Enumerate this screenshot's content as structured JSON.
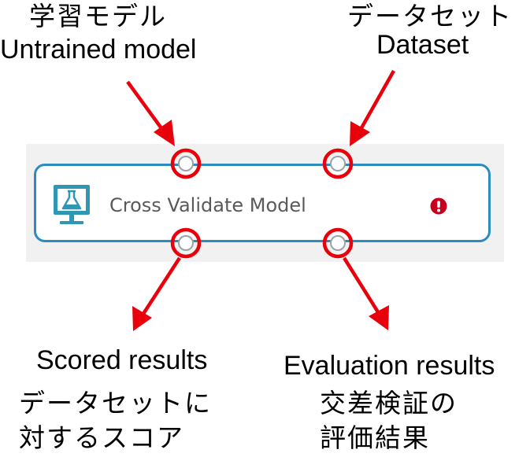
{
  "module": {
    "title": "Cross Validate Model",
    "icon": "flask-monitor-icon",
    "status_icon": "error-icon"
  },
  "ports": {
    "input_left": {
      "label_jp": "学習モデル",
      "label_en": "Untrained model"
    },
    "input_right": {
      "label_jp": "データセット",
      "label_en": "Dataset"
    },
    "output_left": {
      "label_en": "Scored results",
      "label_jp_line1": "データセットに",
      "label_jp_line2": "対するスコア"
    },
    "output_right": {
      "label_en": "Evaluation results",
      "label_jp_line1": "交差検証の",
      "label_jp_line2": "評価結果"
    }
  },
  "colors": {
    "module_border": "#2d8bbd",
    "icon": "#2f97b3",
    "annotation": "#e8000b",
    "error": "#c8001d"
  }
}
